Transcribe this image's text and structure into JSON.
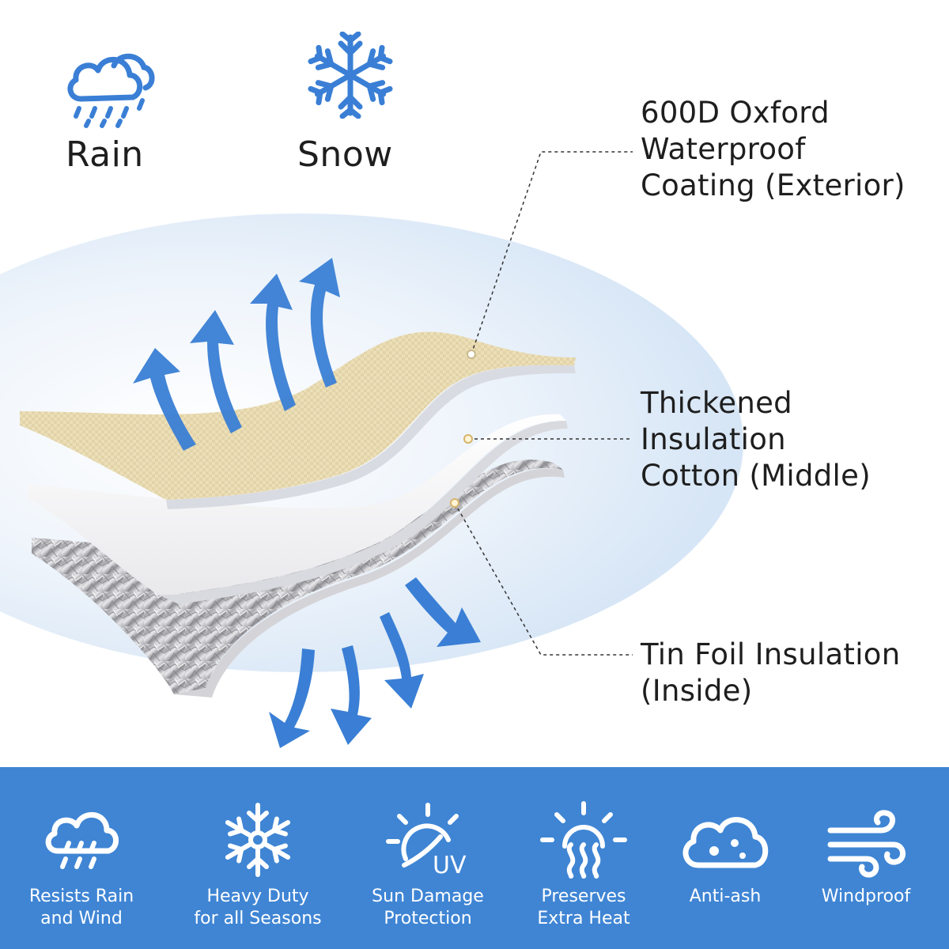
{
  "weather": {
    "rain_label": "Rain",
    "snow_label": "Snow",
    "rain_icon": "rain-cloud-icon",
    "snow_icon": "snowflake-icon"
  },
  "layers": [
    {
      "lines": [
        "600D Oxford",
        "Waterproof",
        "Coating (Exterior)"
      ]
    },
    {
      "lines": [
        "Thickened",
        "Insulation",
        "Cotton (Middle)"
      ]
    },
    {
      "lines": [
        "Tin Foil Insulation",
        "(Inside)"
      ]
    }
  ],
  "features": [
    {
      "icon": "rain-cloud-icon",
      "lines": [
        "Resists Rain",
        "and Wind"
      ]
    },
    {
      "icon": "snowflake-icon",
      "lines": [
        "Heavy Duty",
        "for all Seasons"
      ]
    },
    {
      "icon": "sun-uv-icon",
      "lines": [
        "Sun Damage",
        "Protection"
      ]
    },
    {
      "icon": "heat-sun-icon",
      "lines": [
        "Preserves",
        "Extra Heat"
      ]
    },
    {
      "icon": "ash-cloud-icon",
      "lines": [
        "Anti-ash"
      ]
    },
    {
      "icon": "wind-icon",
      "lines": [
        "Windproof"
      ]
    }
  ],
  "uv_text": "UV",
  "colors": {
    "accent_blue": "#3f85d4",
    "icon_blue": "#3a7fd5",
    "oxford_beige": "#ecdfb8",
    "foil_silver": "#c9c9cc"
  }
}
